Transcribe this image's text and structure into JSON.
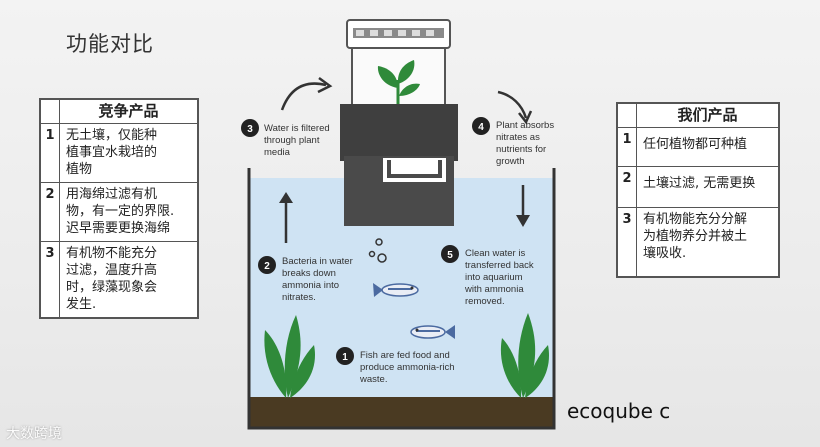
{
  "title": "功能对比",
  "left_table": {
    "header": "竞争产品",
    "rows": [
      {
        "num": "1",
        "lines": [
          "无土壤，仅能种",
          "植事宜水栽培的",
          "植物"
        ]
      },
      {
        "num": "2",
        "lines": [
          "用海绵过滤有机",
          "物，有一定的界限.",
          "迟早需要更换海绵"
        ]
      },
      {
        "num": "3",
        "lines": [
          "有机物不能充分",
          "过滤，温度升高",
          "时，绿藻现象会",
          "发生."
        ]
      }
    ]
  },
  "right_table": {
    "header": "我们产品",
    "rows": [
      {
        "num": "1",
        "lines": [
          "任何植物都可种植"
        ]
      },
      {
        "num": "2",
        "lines": [
          "土壤过滤, 无需更换"
        ]
      },
      {
        "num": "3",
        "lines": [
          "有机物能充分分解",
          "为植物养分并被土",
          "壤吸收."
        ]
      }
    ]
  },
  "steps": [
    {
      "num": "1",
      "lines": [
        "Fish are fed food and",
        "produce ammonia-rich",
        "waste."
      ]
    },
    {
      "num": "2",
      "lines": [
        "Bacteria in water",
        "breaks down",
        "ammonia into",
        "nitrates."
      ]
    },
    {
      "num": "3",
      "lines": [
        "Water is filtered",
        "through plant",
        "media"
      ]
    },
    {
      "num": "4",
      "lines": [
        "Plant absorbs",
        "nitrates as",
        "nutrients for",
        "growth"
      ]
    },
    {
      "num": "5",
      "lines": [
        "Clean water is",
        "transferred back",
        "into aquarium",
        "with ammonia",
        "removed."
      ]
    }
  ],
  "brand": "ecoqube c",
  "watermark": "大数跨境",
  "colors": {
    "water": "#cfe3f3",
    "soil": "#4a3a22",
    "device": "#3f3f3f",
    "plant": "#2f8a3a",
    "fish": "#4b6aa0"
  }
}
